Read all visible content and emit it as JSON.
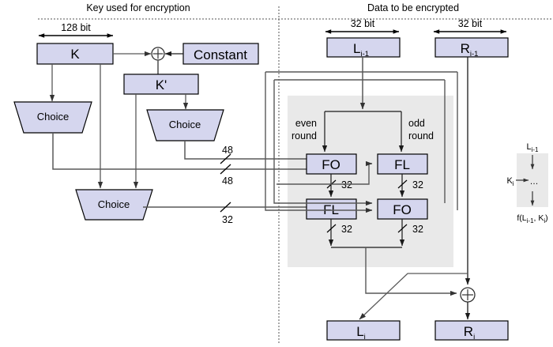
{
  "figure": {
    "title_left": "Key used for encryption",
    "title_right": "Data to be encrypted",
    "colors": {
      "box_fill": "#d5d6ee",
      "box_stroke": "#000000",
      "panel_fill": "#e9e9e9",
      "wire": "#595959",
      "wire_dark": "#1a1a1a",
      "divider": "#808080",
      "background": "#ffffff"
    }
  },
  "key_side": {
    "bit_label": "128 bit",
    "key_box": "K",
    "constant_box": "Constant",
    "kprime_box": "K'",
    "xor_symbol": "⊕",
    "choice_label": "Choice",
    "choices": [
      {
        "id": "choice-left",
        "label": "Choice"
      },
      {
        "id": "choice-right",
        "label": "Choice"
      },
      {
        "id": "choice-bottom",
        "label": "Choice"
      }
    ],
    "wire_widths": [
      {
        "id": "bus-48-upper",
        "value": "48"
      },
      {
        "id": "bus-48-lower",
        "value": "48"
      },
      {
        "id": "bus-32",
        "value": "32"
      }
    ]
  },
  "data_side": {
    "bit_label_left": "32 bit",
    "bit_label_right": "32 bit",
    "input_left": {
      "base": "L",
      "sub": "i-1"
    },
    "input_right": {
      "base": "R",
      "sub": "i-1"
    },
    "output_left": {
      "base": "L",
      "sub": "i"
    },
    "output_right": {
      "base": "R",
      "sub": "i"
    },
    "round_label_even_line1": "even",
    "round_label_even_line2": "round",
    "round_label_odd_line1": "odd",
    "round_label_odd_line2": "round",
    "blocks": [
      {
        "id": "fo-even",
        "label": "FO"
      },
      {
        "id": "fl-odd",
        "label": "FL"
      },
      {
        "id": "fl-even",
        "label": "FL"
      },
      {
        "id": "fo-odd",
        "label": "FO"
      }
    ],
    "bus_labels": [
      {
        "id": "fo-even-out",
        "value": "32"
      },
      {
        "id": "fl-odd-out",
        "value": "32"
      },
      {
        "id": "fl-even-out",
        "value": "32"
      },
      {
        "id": "fo-odd-out",
        "value": "32"
      }
    ],
    "xor_symbol": "⊕"
  },
  "legend": {
    "input_base": "L",
    "input_sub": "i-1",
    "key_base": "K",
    "key_sub": "i",
    "ellipsis": "…",
    "output_prefix": "f(L",
    "output_sub1": "i-1",
    "output_mid": ", K",
    "output_sub2": "i",
    "output_suffix": ")"
  }
}
